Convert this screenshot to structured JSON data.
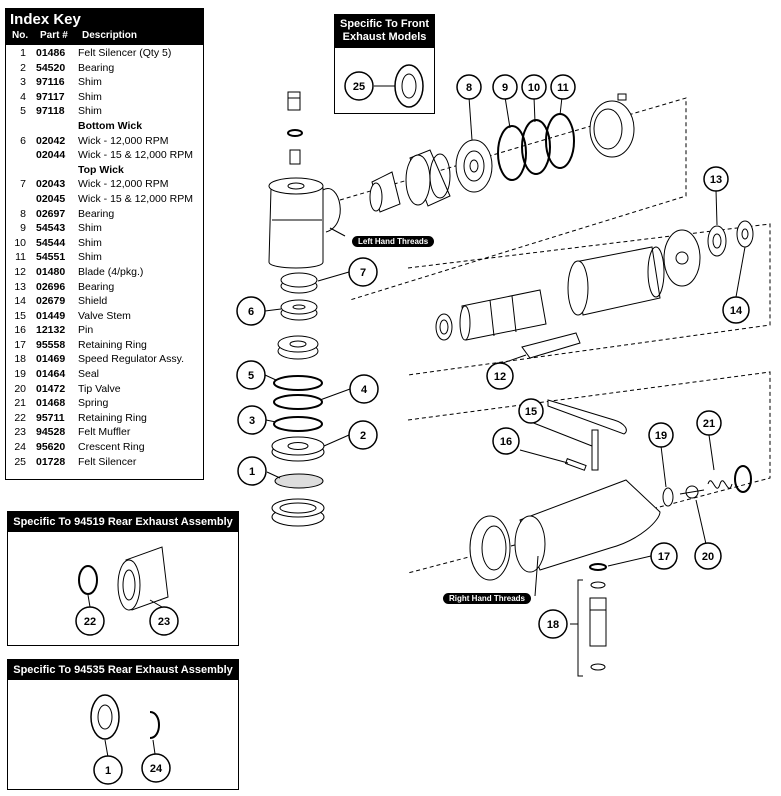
{
  "index_key": {
    "title": "Index Key",
    "col_no": "No.",
    "col_part": "Part #",
    "col_desc": "Description",
    "rows": [
      {
        "no": "1",
        "part": "01486",
        "desc": "Felt Silencer (Qty 5)"
      },
      {
        "no": "2",
        "part": "54520",
        "desc": "Bearing"
      },
      {
        "no": "3",
        "part": "97116",
        "desc": "Shim"
      },
      {
        "no": "4",
        "part": "97117",
        "desc": "Shim"
      },
      {
        "no": "5",
        "part": "97118",
        "desc": "Shim"
      },
      {
        "sub": "Bottom Wick"
      },
      {
        "no": "6",
        "part": "02042",
        "desc": "Wick - 12,000 RPM"
      },
      {
        "no": "",
        "part": "02044",
        "desc": "Wick - 15 & 12,000 RPM"
      },
      {
        "sub": "Top Wick"
      },
      {
        "no": "7",
        "part": "02043",
        "desc": "Wick - 12,000 RPM"
      },
      {
        "no": "",
        "part": "02045",
        "desc": "Wick - 15 & 12,000 RPM"
      },
      {
        "no": "8",
        "part": "02697",
        "desc": "Bearing"
      },
      {
        "no": "9",
        "part": "54543",
        "desc": "Shim"
      },
      {
        "no": "10",
        "part": "54544",
        "desc": "Shim"
      },
      {
        "no": "11",
        "part": "54551",
        "desc": "Shim"
      },
      {
        "no": "12",
        "part": "01480",
        "desc": "Blade (4/pkg.)"
      },
      {
        "no": "13",
        "part": "02696",
        "desc": "Bearing"
      },
      {
        "no": "14",
        "part": "02679",
        "desc": "Shield"
      },
      {
        "no": "15",
        "part": "01449",
        "desc": "Valve Stem"
      },
      {
        "no": "16",
        "part": "12132",
        "desc": "Pin"
      },
      {
        "no": "17",
        "part": "95558",
        "desc": "Retaining Ring"
      },
      {
        "no": "18",
        "part": "01469",
        "desc": "Speed Regulator Assy."
      },
      {
        "no": "19",
        "part": "01464",
        "desc": "Seal"
      },
      {
        "no": "20",
        "part": "01472",
        "desc": "Tip Valve"
      },
      {
        "no": "21",
        "part": "01468",
        "desc": "Spring"
      },
      {
        "no": "22",
        "part": "95711",
        "desc": "Retaining Ring"
      },
      {
        "no": "23",
        "part": "94528",
        "desc": "Felt Muffler"
      },
      {
        "no": "24",
        "part": "95620",
        "desc": "Crescent Ring"
      },
      {
        "no": "25",
        "part": "01728",
        "desc": "Felt Silencer"
      }
    ]
  },
  "front_exhaust_box": {
    "title_line1": "Specific To Front",
    "title_line2": "Exhaust Models"
  },
  "rear_94519_box": {
    "title": "Specific To 94519 Rear Exhaust Assembly"
  },
  "rear_94535_box": {
    "title": "Specific To 94535 Rear Exhaust Assembly"
  },
  "labels": {
    "left_hand_threads": "Left Hand Threads",
    "right_hand_threads": "Right Hand Threads"
  },
  "callouts": [
    "1",
    "2",
    "3",
    "4",
    "5",
    "6",
    "7",
    "8",
    "9",
    "10",
    "11",
    "12",
    "13",
    "14",
    "15",
    "16",
    "17",
    "18",
    "19",
    "20",
    "21",
    "22",
    "23",
    "24",
    "25"
  ]
}
